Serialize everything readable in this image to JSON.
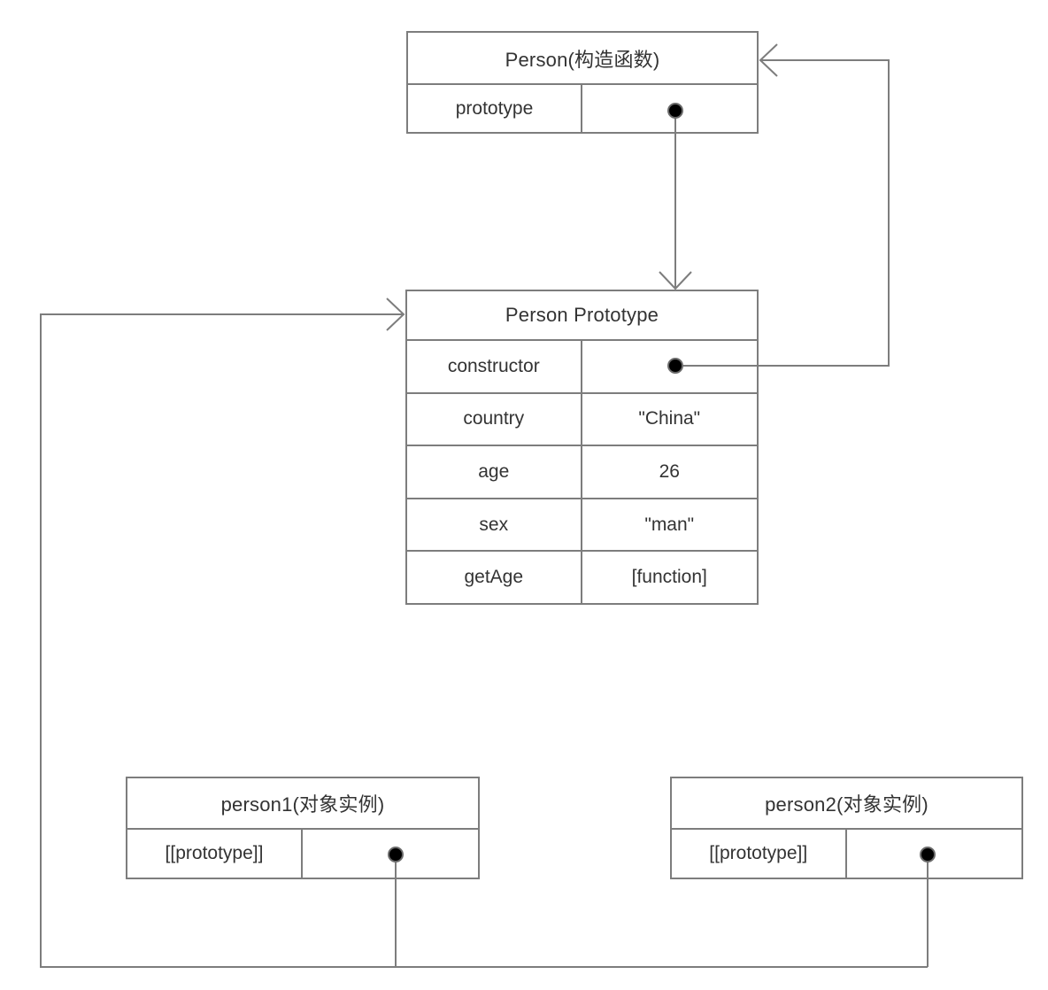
{
  "colors": {
    "border": "#7d7d7d",
    "connector": "#7d7d7d",
    "text": "#333333",
    "dot_fill": "#000000",
    "dot_ring": "#6b6b6b",
    "background": "#ffffff"
  },
  "nodes": {
    "person_constructor": {
      "title": "Person(构造函数)",
      "rows": [
        {
          "label": "prototype",
          "value": "",
          "pointer": true
        }
      ]
    },
    "person_prototype": {
      "title": "Person Prototype",
      "rows": [
        {
          "label": "constructor",
          "value": "",
          "pointer": true
        },
        {
          "label": "country",
          "value": "\"China\"",
          "pointer": false
        },
        {
          "label": "age",
          "value": "26",
          "pointer": false
        },
        {
          "label": "sex",
          "value": "\"man\"",
          "pointer": false
        },
        {
          "label": "getAge",
          "value": "[function]",
          "pointer": false
        }
      ]
    },
    "person1_instance": {
      "title": "person1(对象实例)",
      "rows": [
        {
          "label": "[[prototype]]",
          "value": "",
          "pointer": true
        }
      ]
    },
    "person2_instance": {
      "title": "person2(对象实例)",
      "rows": [
        {
          "label": "[[prototype]]",
          "value": "",
          "pointer": true
        }
      ]
    }
  },
  "connectors": [
    {
      "name": "prototype-to-person-prototype",
      "from": "Person.prototype",
      "to": "Person Prototype",
      "arrow": "down"
    },
    {
      "name": "constructor-to-person",
      "from": "Person Prototype.constructor",
      "to": "Person(构造函数)",
      "arrow": "left"
    },
    {
      "name": "person1-prototype-to-person-prototype",
      "from": "person1.[[prototype]]",
      "to": "Person Prototype",
      "arrow": "right"
    },
    {
      "name": "person2-prototype-to-person-prototype",
      "from": "person2.[[prototype]]",
      "to": "Person Prototype",
      "arrow": "right"
    }
  ]
}
